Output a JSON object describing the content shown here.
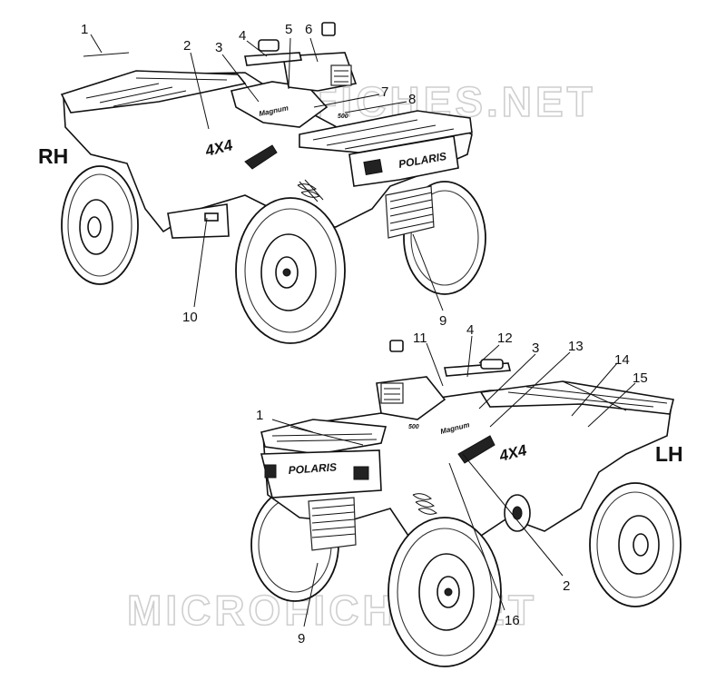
{
  "watermark": {
    "top": "MICROFICHES.NET",
    "bottom": "MICROFICHE.NET"
  },
  "views": {
    "rh": {
      "label": "RH"
    },
    "lh": {
      "label": "LH"
    }
  },
  "decals": {
    "brand": "POLARIS",
    "model": "4X4",
    "badge": "500",
    "name": "Magnum"
  },
  "callouts_rh": [
    "1",
    "2",
    "3",
    "4",
    "5",
    "6",
    "7",
    "8",
    "9",
    "10"
  ],
  "callouts_lh": [
    "11",
    "4",
    "12",
    "3",
    "13",
    "14",
    "15",
    "1",
    "2",
    "16",
    "9"
  ]
}
